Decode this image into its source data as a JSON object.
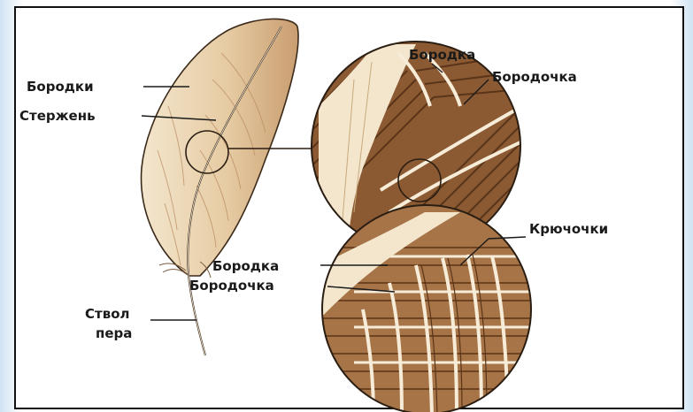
{
  "labels": {
    "barbs": "Бородки",
    "rachis": "Стержень",
    "calamus_line1": "Ствол",
    "calamus_line2": "пера",
    "top_barb": "Бородка",
    "top_barbule": "Бородочка",
    "bottom_barb": "Бородка",
    "bottom_barbule": "Бородочка",
    "hooks": "Крючочки"
  },
  "colors": {
    "feather_fill": "#e9d3b0",
    "feather_shade": "#b98a5f",
    "barb_brown": "#8b5a33",
    "barb_dark": "#5a3418",
    "outline": "#3b2a1a",
    "cream": "#f6ecd8"
  }
}
